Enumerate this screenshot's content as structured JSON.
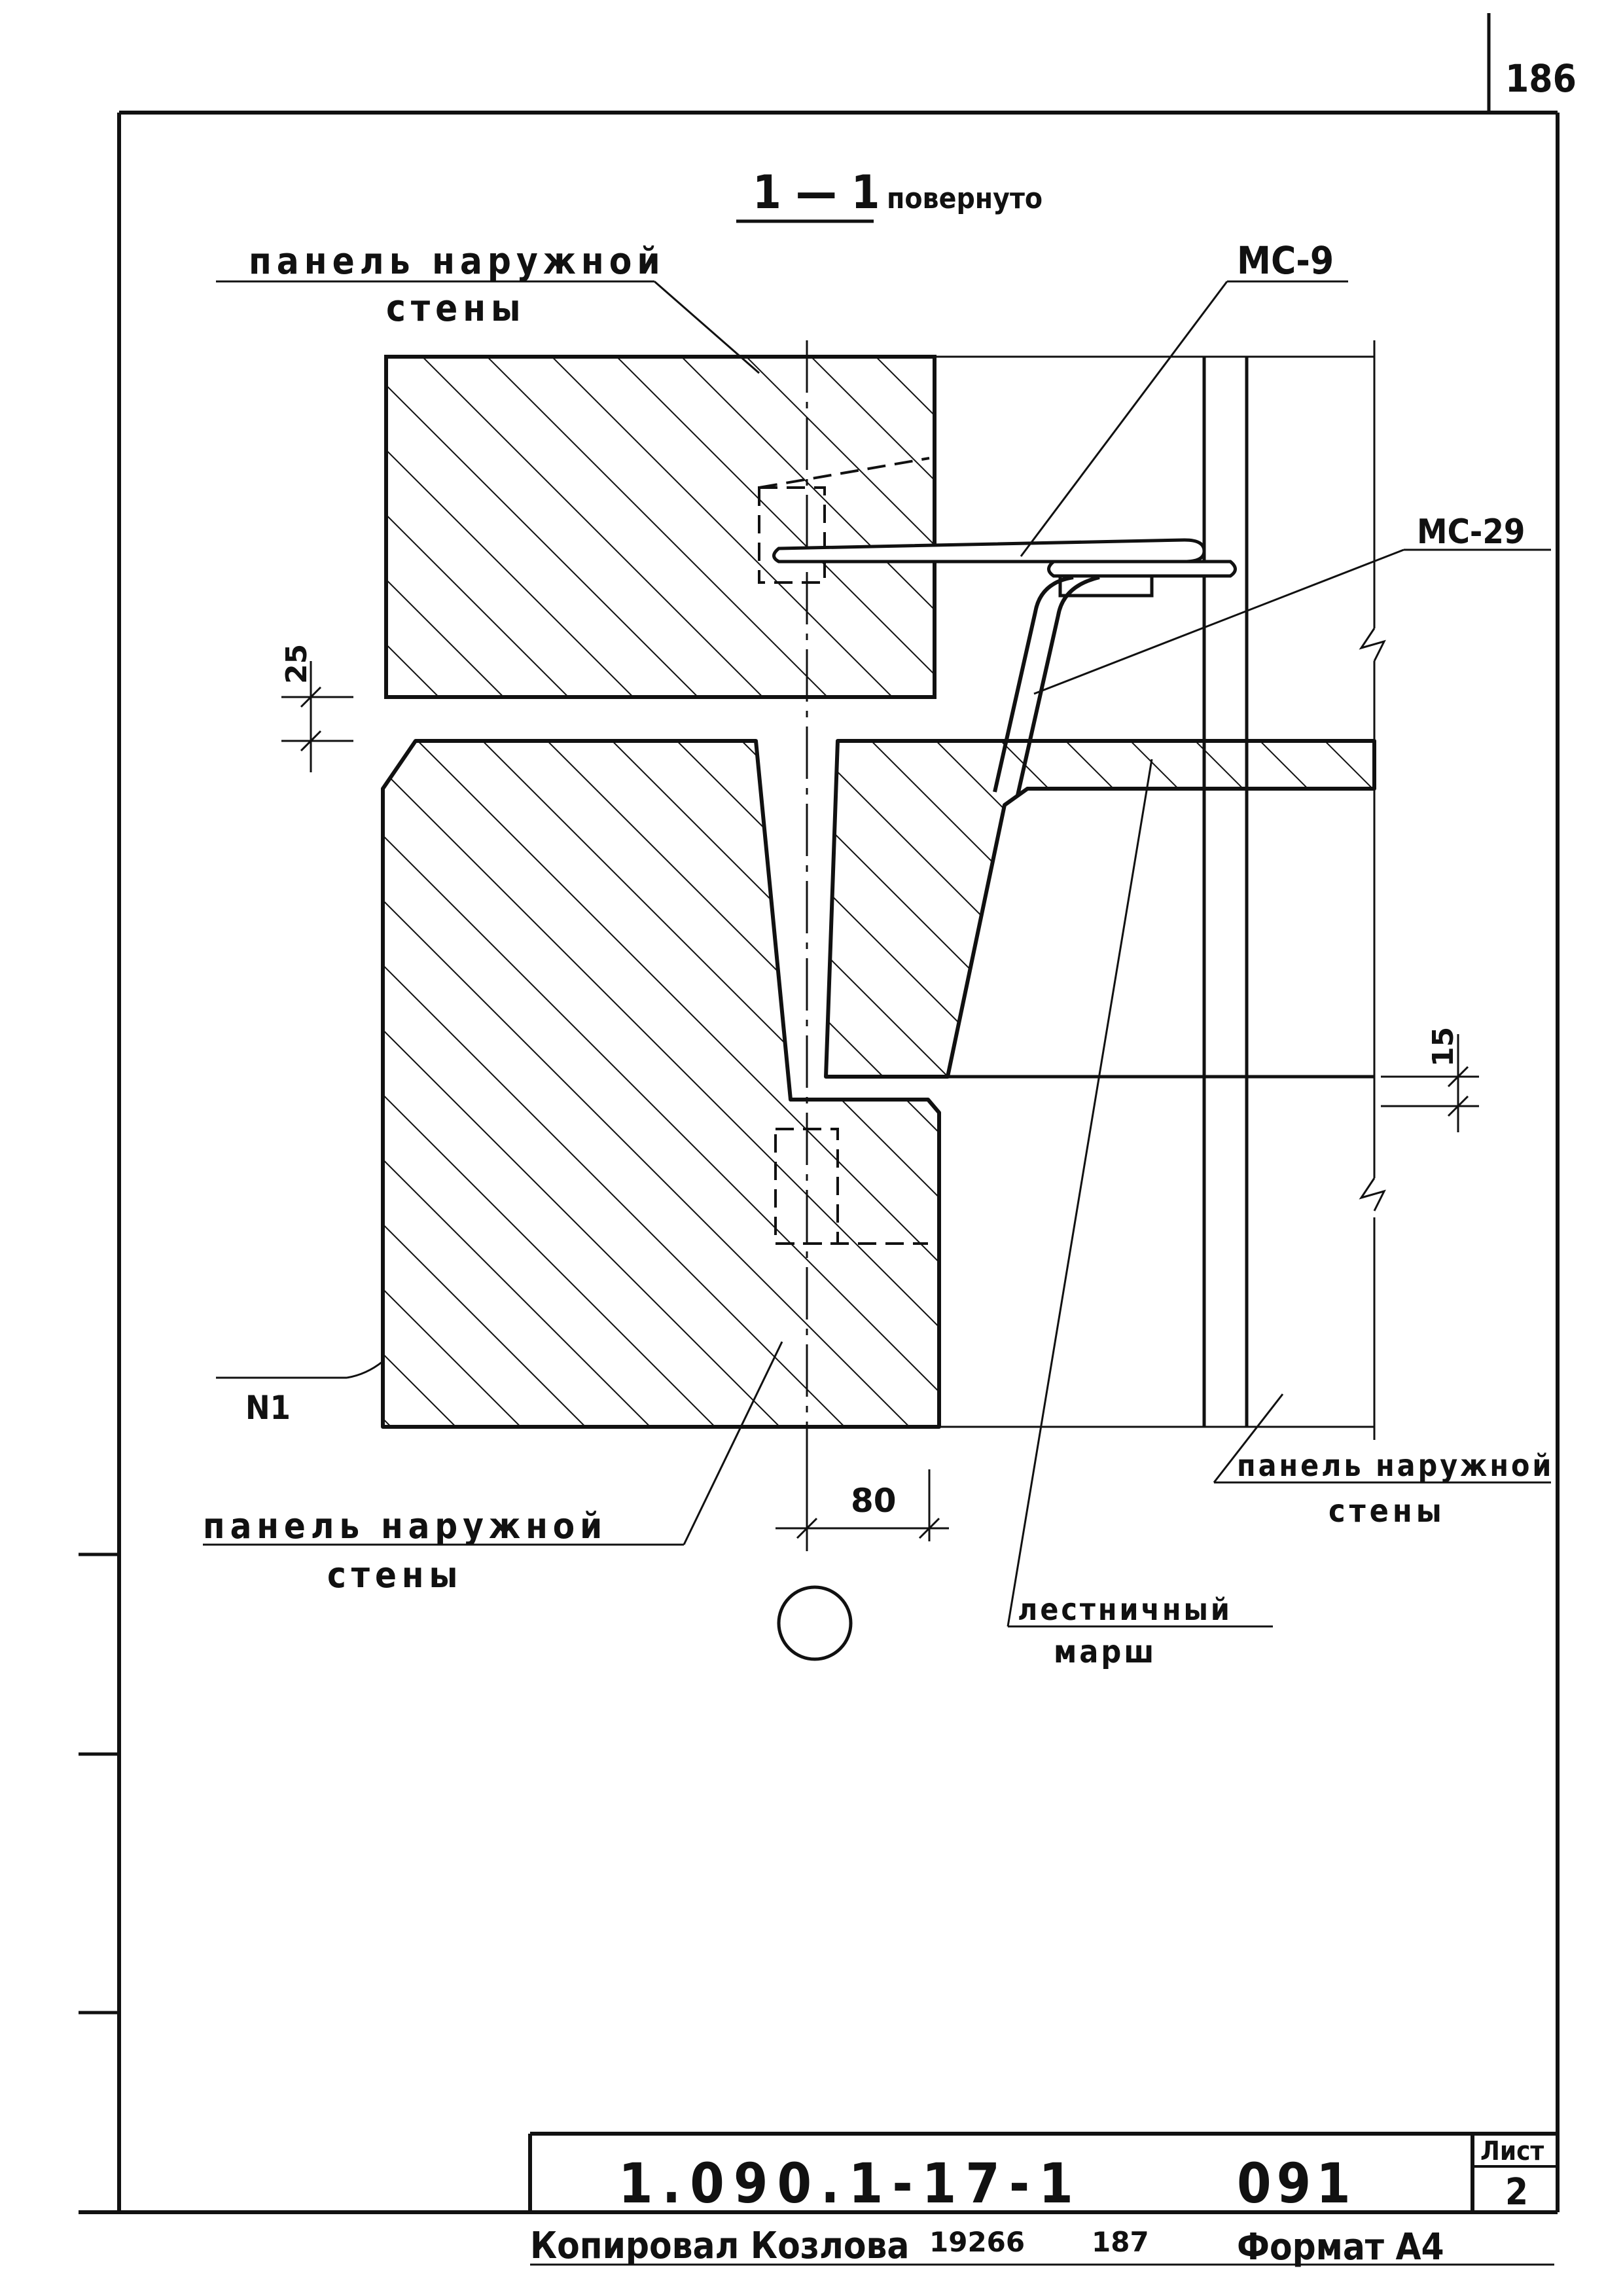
{
  "sheet": {
    "page_no": "186",
    "doc_code": "1.090.1-17-1",
    "doc_suffix": "091",
    "sheet_label": "Лист",
    "sheet_no": "2",
    "copied_by": "Копировал Козлова",
    "stamp_a": "19266",
    "stamp_b": "187",
    "format": "Формат А4"
  },
  "drawing": {
    "section": "1 — 1",
    "section_note": "повернуто",
    "label_top_left_1": "панель наружной",
    "label_top_left_2": "стены",
    "label_mc9": "МС-9",
    "label_mc29": "МС-29",
    "label_n1": "N1",
    "label_bottom_left_1": "панель наружной",
    "label_bottom_left_2": "стены",
    "label_bottom_right_1": "панель наружной",
    "label_bottom_right_2": "стены",
    "label_stair_1": "лестничный",
    "label_stair_2": "марш",
    "dim_25": "25",
    "dim_15": "15",
    "dim_80": "80"
  },
  "colors": {
    "ink": "#111111",
    "paper": "#ffffff"
  }
}
